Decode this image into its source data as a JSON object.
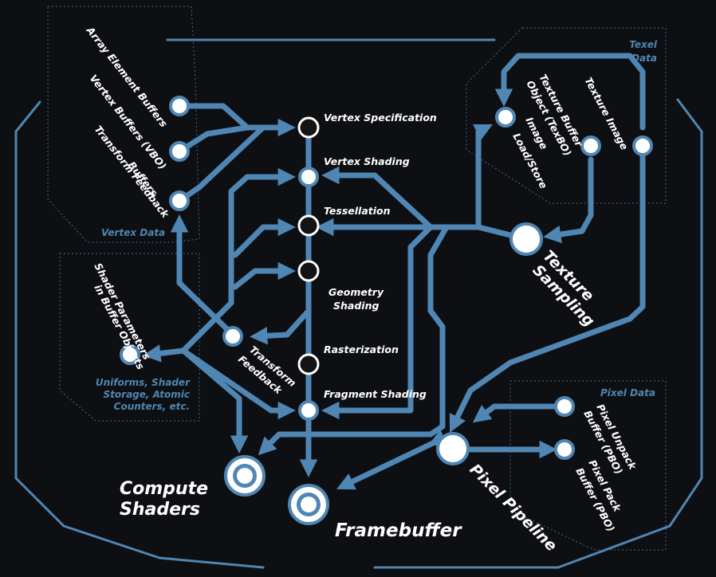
{
  "colors": {
    "background": "#0d0f12",
    "line": "#4f86b3",
    "box": "#3a6e94",
    "text": "#ffffff"
  },
  "areas": {
    "vertex_data": "Vertex Data",
    "texel_data_1": "Texel",
    "texel_data_2": "Data",
    "pixel_data": "Pixel Data",
    "uniforms_1": "Uniforms, Shader",
    "uniforms_2": "Storage, Atomic",
    "uniforms_3": "Counters, etc."
  },
  "buffers": {
    "array_element": "Array Element Buffers",
    "vertex_vbo": "Vertex Buffers (VBO)",
    "transform_feedback_1": "Transform Feedback",
    "transform_feedback_2": "Buffers",
    "shader_params_1": "Shader Parameters",
    "shader_params_2": "in Buffer Objects",
    "image_1": "Image",
    "image_2": "Load/Store",
    "texture_buffer_1": "Texture Buffer",
    "texture_buffer_2": "Object (TexBO)",
    "texture_image": "Texture Image",
    "pixel_unpack_1": "Pixel Unpack",
    "pixel_unpack_2": "Buffer (PBO)",
    "pixel_pack_1": "Pixel Pack",
    "pixel_pack_2": "Buffer (PBO)"
  },
  "stages": {
    "vertex_specification": "Vertex Specification",
    "vertex_shading": "Vertex Shading",
    "tessellation": "Tessellation",
    "geometry_shading_1": "Geometry",
    "geometry_shading_2": "Shading",
    "rasterization": "Rasterization",
    "fragment_shading": "Fragment Shading",
    "transform_feedback_1": "Transform",
    "transform_feedback_2": "Feedback"
  },
  "hubs": {
    "texture_sampling_1": "Texture",
    "texture_sampling_2": "Sampling",
    "compute_shaders_1": "Compute",
    "compute_shaders_2": "Shaders",
    "framebuffer": "Framebuffer",
    "pixel_pipeline": "Pixel Pipeline"
  }
}
